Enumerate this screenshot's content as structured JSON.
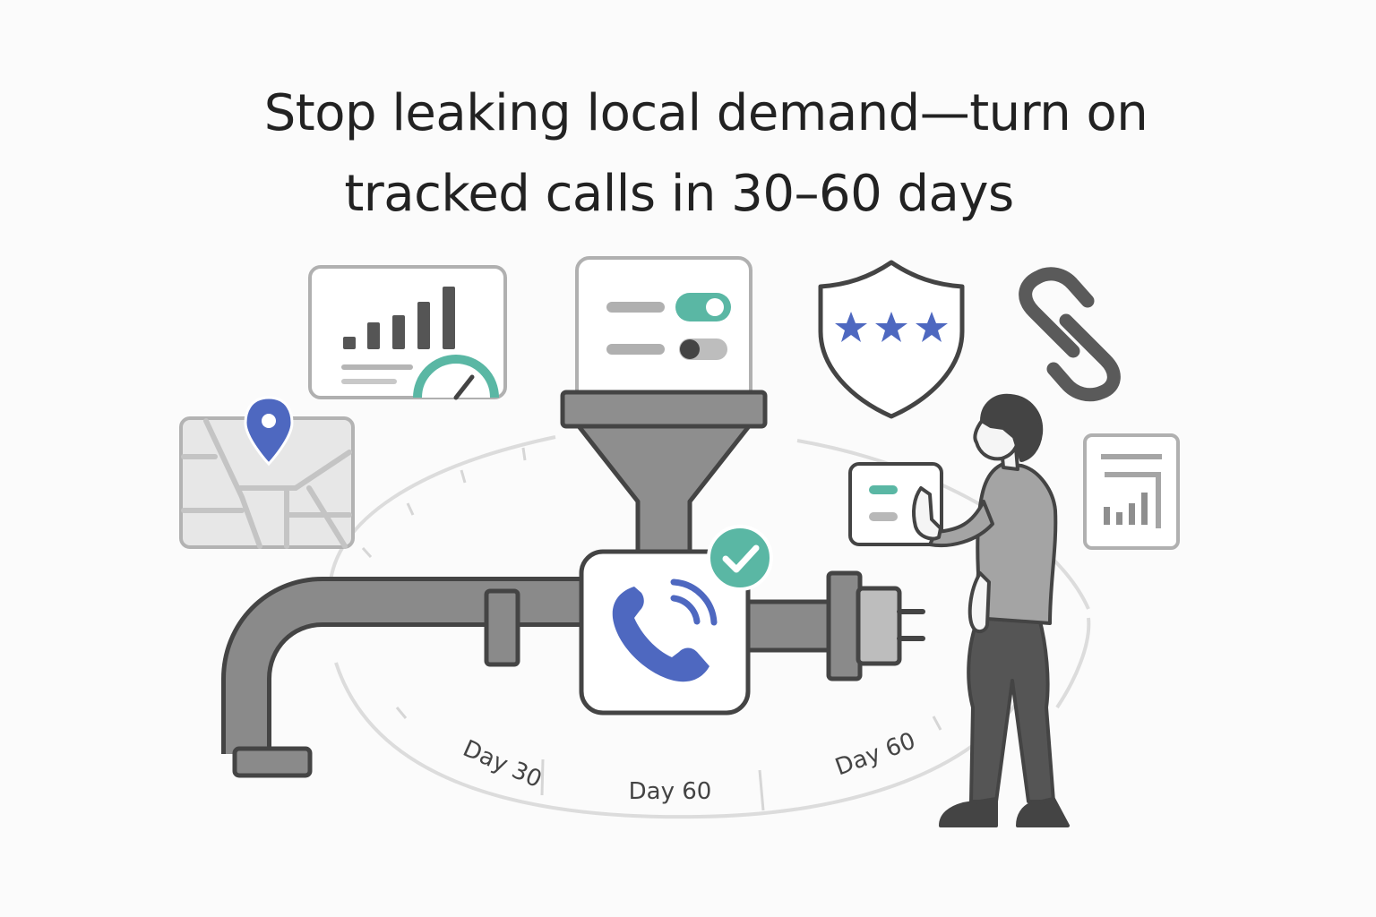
{
  "headline": {
    "line1": "Stop leaking local demand—turn on",
    "line2": "tracked calls in 30–60 days"
  },
  "timeline": {
    "labels": [
      "Day 30",
      "Day 60",
      "Day 60"
    ]
  },
  "icons": [
    "map-pin-icon",
    "bar-chart-gauge-icon",
    "settings-toggle-icon",
    "funnel-icon",
    "shield-stars-icon",
    "link-icon",
    "report-chart-icon",
    "phone-call-icon",
    "check-badge-icon",
    "pipe-faucet-icon",
    "plug-icon",
    "person-icon",
    "touch-card-icon"
  ],
  "colors": {
    "blue": "#4e68c0",
    "teal": "#5ab7a4",
    "dark": "#444444",
    "mid_gray": "#8e8e8e",
    "light_gray": "#c8c8c8"
  }
}
